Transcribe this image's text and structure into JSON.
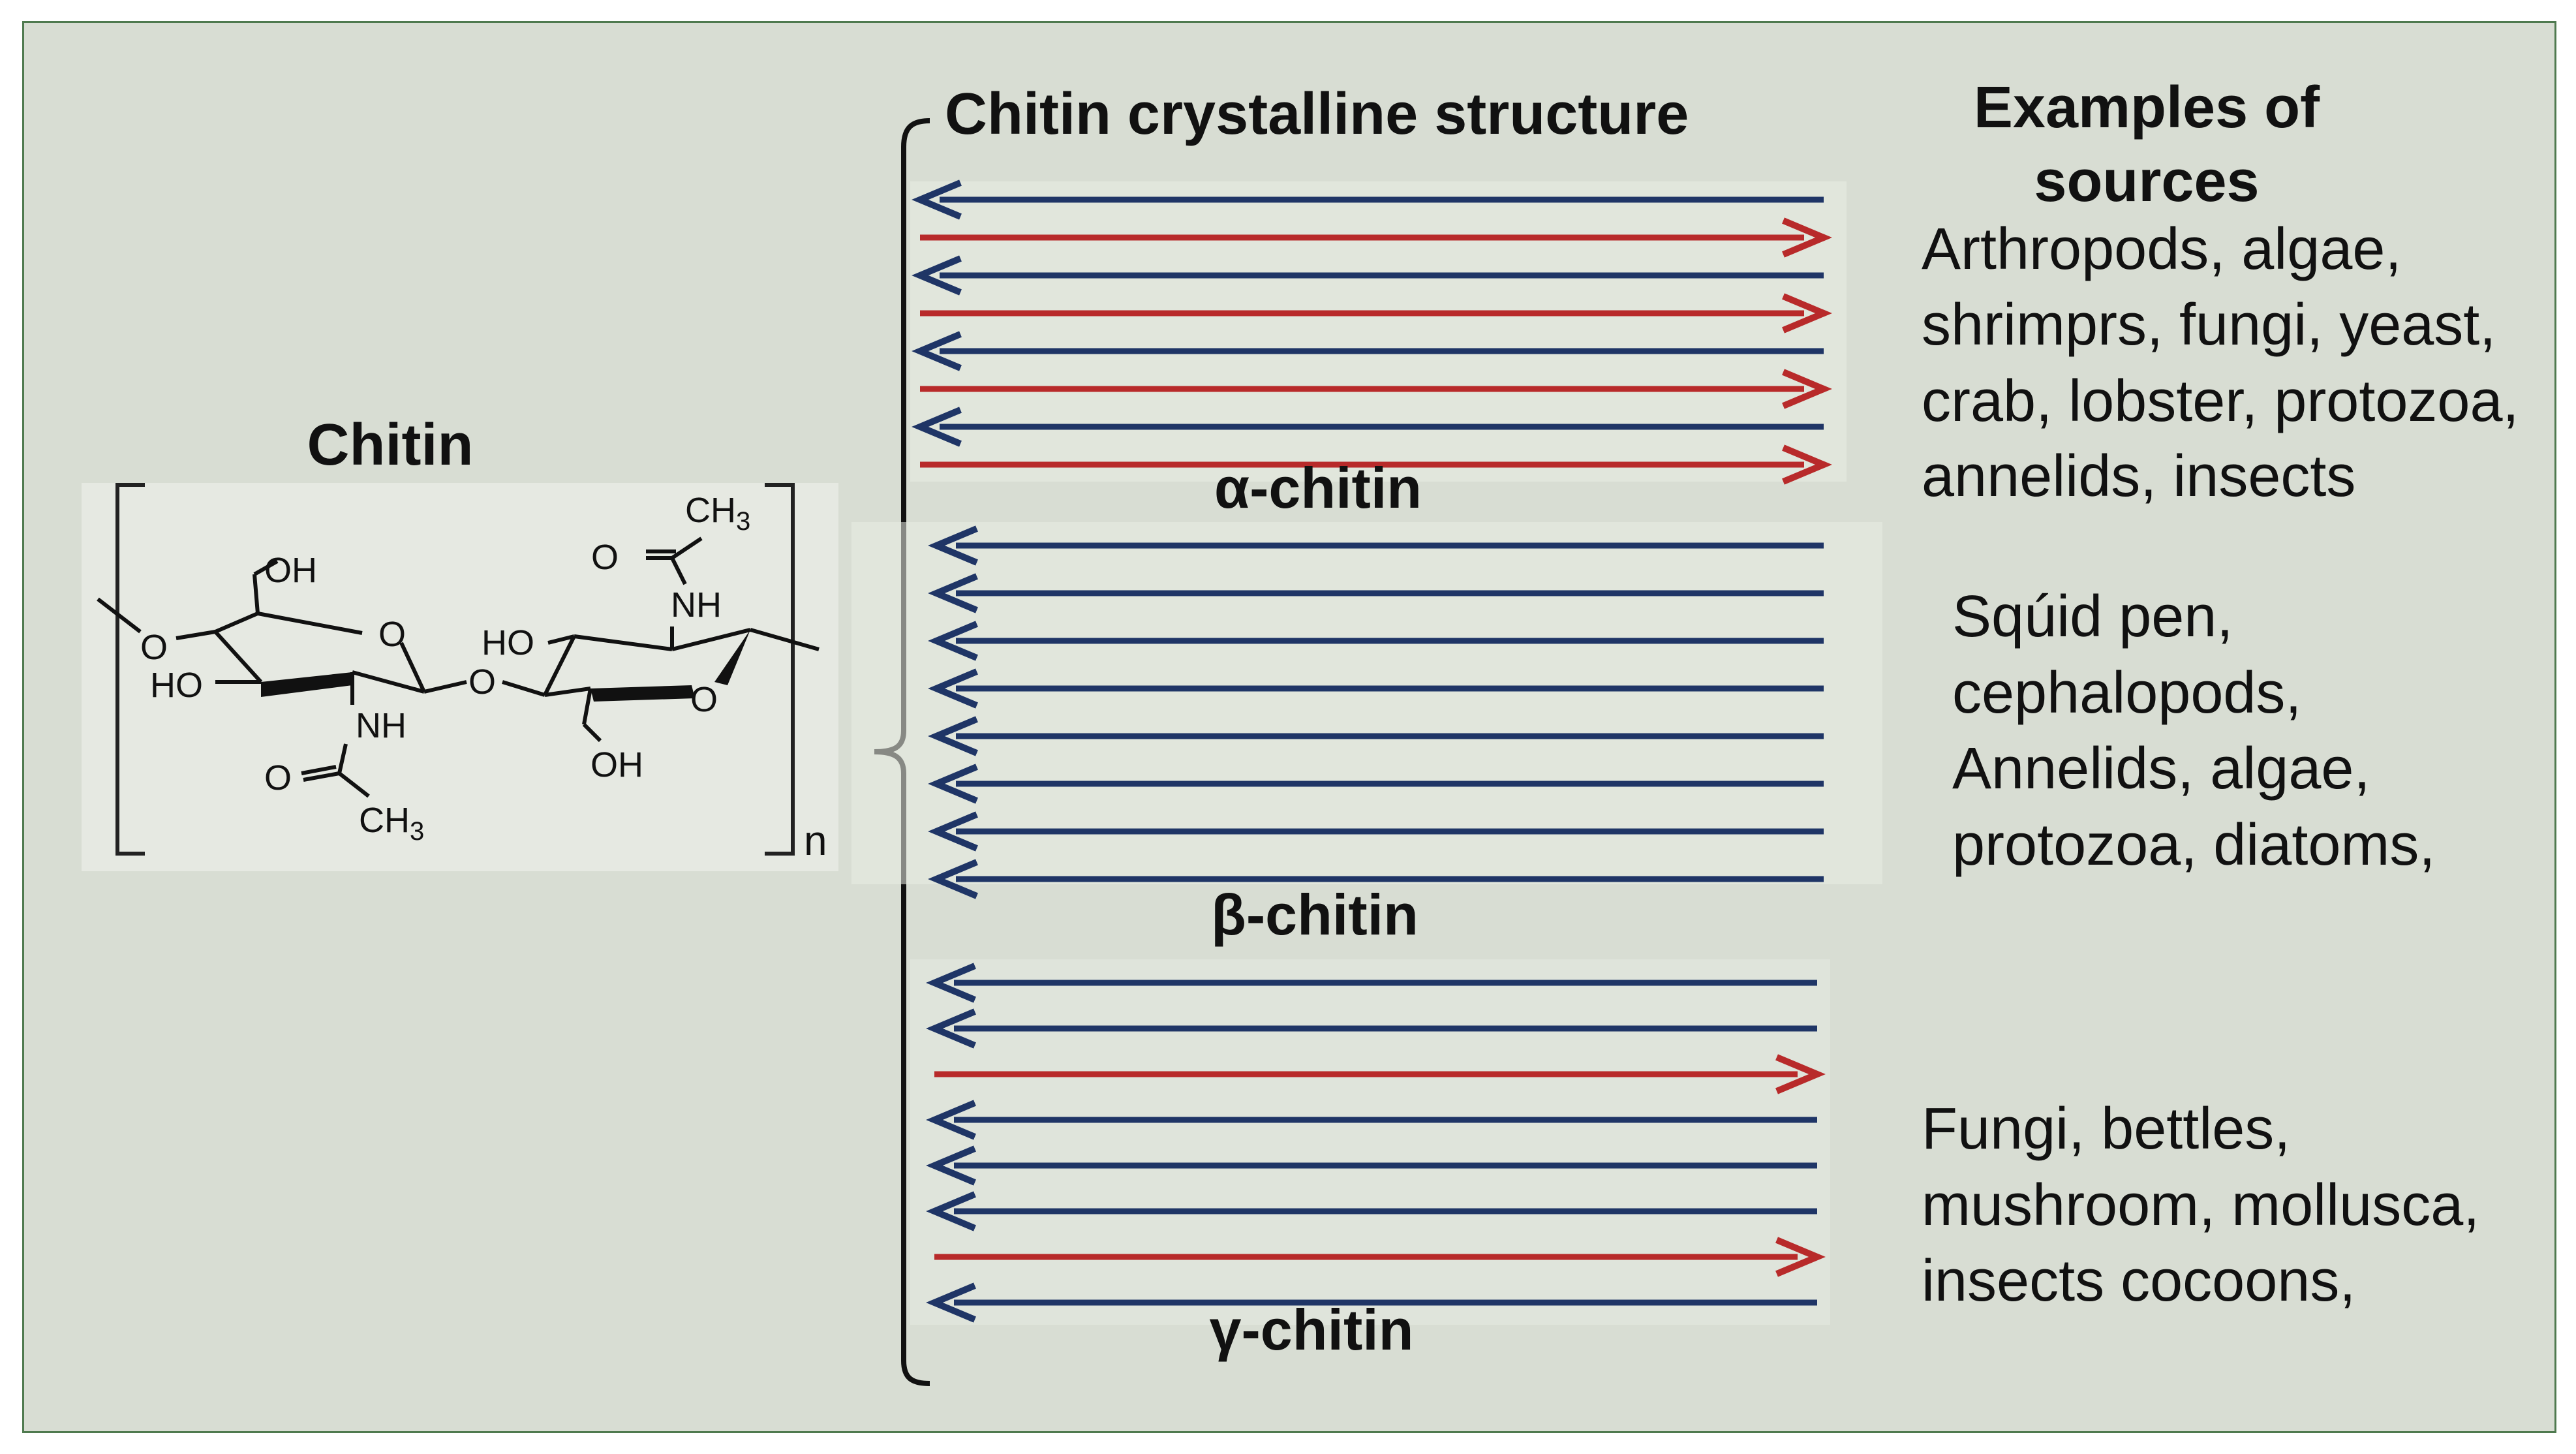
{
  "molecule": {
    "title": "Chitin",
    "repeat_subscript": "n",
    "atom_labels": {
      "oh": "OH",
      "ho": "HO",
      "o": "O",
      "nh": "NH",
      "ch3": "CH",
      "ch3_sub": "3"
    }
  },
  "structure": {
    "heading": "Chitin crystalline structure",
    "legend_colors": {
      "parallel_left": "#1f3566",
      "parallel_right": "#b82a2a"
    },
    "forms": [
      {
        "label": "α-chitin",
        "chain_directions": [
          "left",
          "right",
          "left",
          "right",
          "left",
          "right",
          "left",
          "right"
        ],
        "sources": [
          "Arthropods, algae,",
          "shrimprs, fungi, yeast,",
          "crab, lobster, protozoa,",
          "annelids, insects"
        ]
      },
      {
        "label": "β-chitin",
        "chain_directions": [
          "left",
          "left",
          "left",
          "left",
          "left",
          "left",
          "left",
          "left"
        ],
        "sources": [
          "Sqúid pen,",
          "cephalopods,",
          "Annelids, algae,",
          "protozoa, diatoms,"
        ]
      },
      {
        "label": "γ-chitin",
        "chain_directions": [
          "left",
          "left",
          "right",
          "left",
          "left",
          "left",
          "right",
          "left"
        ],
        "sources": [
          "Fungi, bettles,",
          "mushroom, mollusca,",
          "insects cocoons,"
        ]
      }
    ]
  },
  "sources_heading": {
    "line1": "Examples of",
    "line2": "sources"
  }
}
